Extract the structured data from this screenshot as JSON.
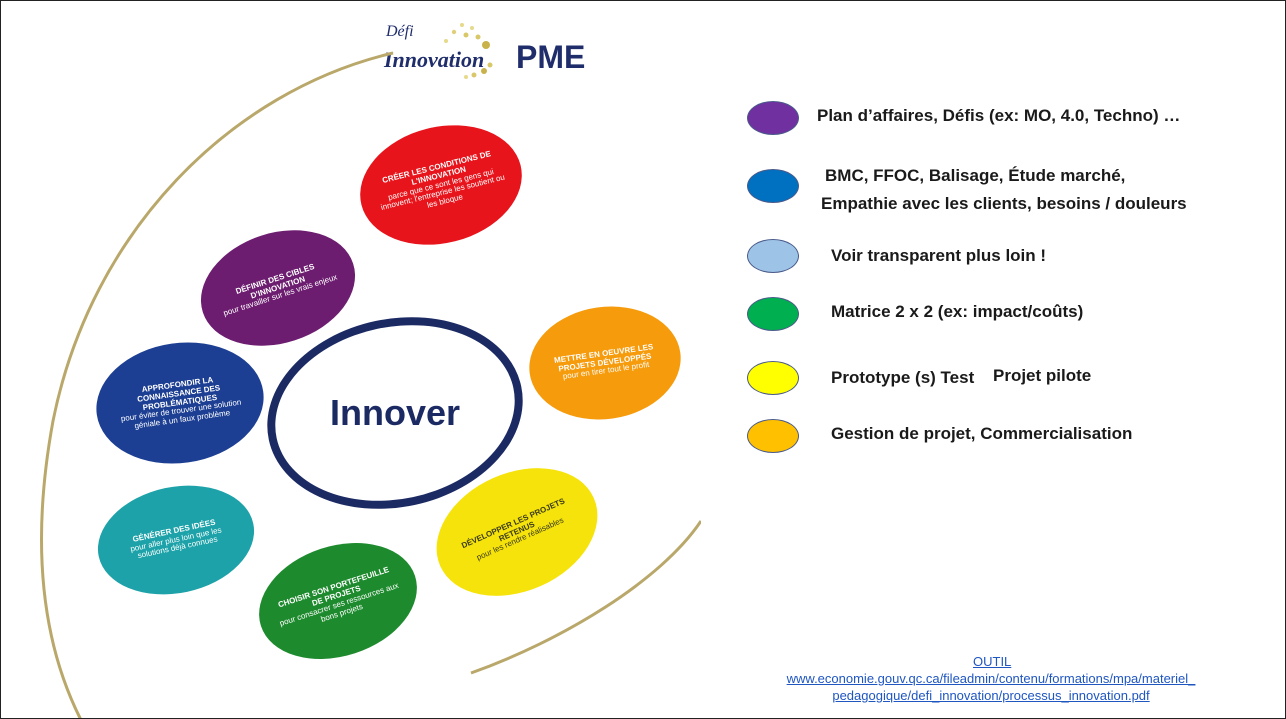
{
  "logo": {
    "defi": "Défi",
    "innovation": "Innovation",
    "pme": "PME"
  },
  "diagram": {
    "center_label": "Innover",
    "steps": [
      {
        "title": "CRÉER LES CONDITIONS DE L'INNOVATION",
        "text": "parce que ce sont les gens qui innovent; l'entreprise les soutient ou les bloque"
      },
      {
        "title": "DÉFINIR DES CIBLES D'INNOVATION",
        "text": "pour travailler sur les vrais enjeux"
      },
      {
        "title": "APPROFONDIR LA CONNAISSANCE DES PROBLÉMATIQUES",
        "text": "pour éviter de trouver une solution géniale à un faux problème"
      },
      {
        "title": "GÉNÉRER DES IDÉES",
        "text": "pour aller plus loin que les solutions déjà connues"
      },
      {
        "title": "CHOISIR SON PORTEFEUILLE DE PROJETS",
        "text": "pour consacrer ses ressources aux bons projets"
      },
      {
        "title": "DÉVELOPPER LES PROJETS RETENUS",
        "text": "pour les rendre réalisables"
      },
      {
        "title": "METTRE EN OEUVRE LES PROJETS DÉVELOPPÉS",
        "text": "pour en tirer tout le profit"
      }
    ]
  },
  "legend": [
    {
      "color": "#7030a0",
      "line1": "Plan d’affaires, Défis (ex: MO, 4.0, Techno) …",
      "line2": ""
    },
    {
      "color": "#0070c0",
      "line1": "BMC, FFOC, Balisage, Étude marché,",
      "line2": "Empathie avec les clients, besoins / douleurs"
    },
    {
      "color": "#9dc3e6",
      "line1": "Voir transparent plus loin !",
      "line2": ""
    },
    {
      "color": "#00b050",
      "line1": "Matrice 2 x 2 (ex: impact/coûts)",
      "line2": ""
    },
    {
      "color": "#ffff00",
      "line1": "Prototype (s) Test",
      "line2": "Projet pilote"
    },
    {
      "color": "#ffc000",
      "line1": "Gestion de projet, Commercialisation",
      "line2": ""
    }
  ],
  "footer": {
    "outil": "OUTIL",
    "url_line1": "www.economie.gouv.qc.ca/fileadmin/contenu/formations/mpa/materiel_",
    "url_line2": "pedagogique/defi_innovation/processus_innovation.pdf"
  }
}
